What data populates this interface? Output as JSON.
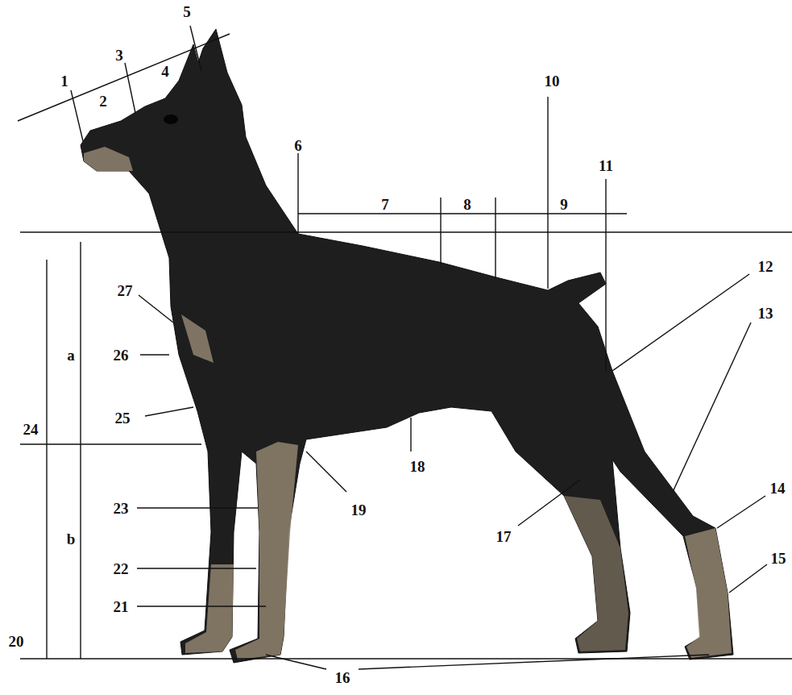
{
  "diagram": {
    "labels": [
      "5",
      "3",
      "4",
      "1",
      "2",
      "10",
      "11",
      "6",
      "7",
      "8",
      "9",
      "12",
      "27",
      "a",
      "26",
      "13",
      "25",
      "14",
      "24",
      "18",
      "19",
      "15",
      "23",
      "b",
      "17",
      "22",
      "21",
      "20",
      "16"
    ]
  }
}
